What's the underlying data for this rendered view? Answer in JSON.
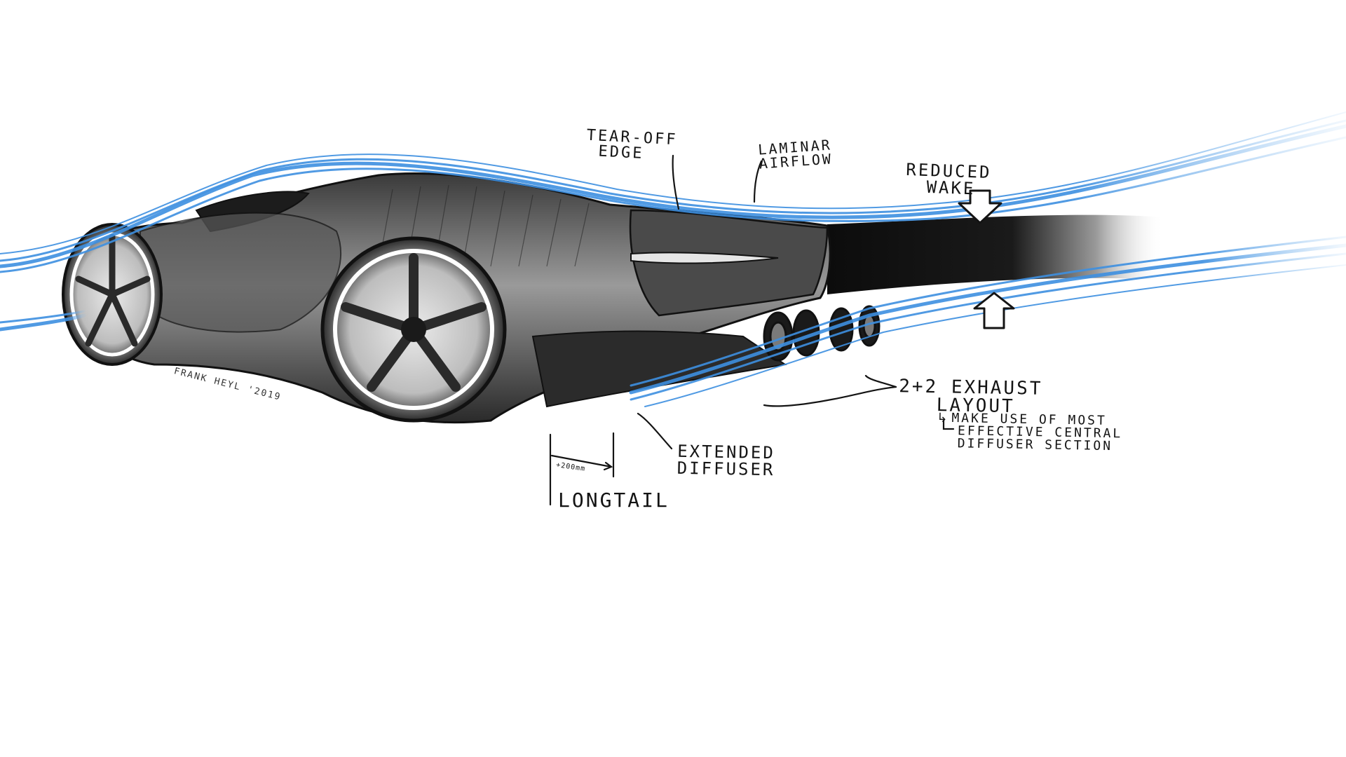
{
  "sketch": {
    "subject": "rear-three-quarter sports car sketch with blue airflow lines",
    "colors": {
      "airflow": "#3d8fe0",
      "airflow_light": "#7cb8f0",
      "ink": "#141414",
      "wake": "#111111",
      "paper": "#ffffff"
    }
  },
  "annotations": {
    "tear_off_edge": [
      "TEAR-OFF",
      "EDGE"
    ],
    "laminar_airflow": [
      "LAMINAR",
      "AIRFLOW"
    ],
    "reduced_wake": [
      "REDUCED",
      "WAKE"
    ],
    "exhaust_layout": [
      "2+2 EXHAUST",
      "LAYOUT"
    ],
    "diffuser_note_arrow": "↳",
    "diffuser_note": [
      "MAKE USE OF MOST",
      "EFFECTIVE CENTRAL",
      "DIFFUSER SECTION"
    ],
    "extended_diffuser": [
      "EXTENDED",
      "DIFFUSER"
    ],
    "longtail": "LONGTAIL",
    "extension": "+200mm",
    "signature": "FRANK HEYL '2019"
  }
}
